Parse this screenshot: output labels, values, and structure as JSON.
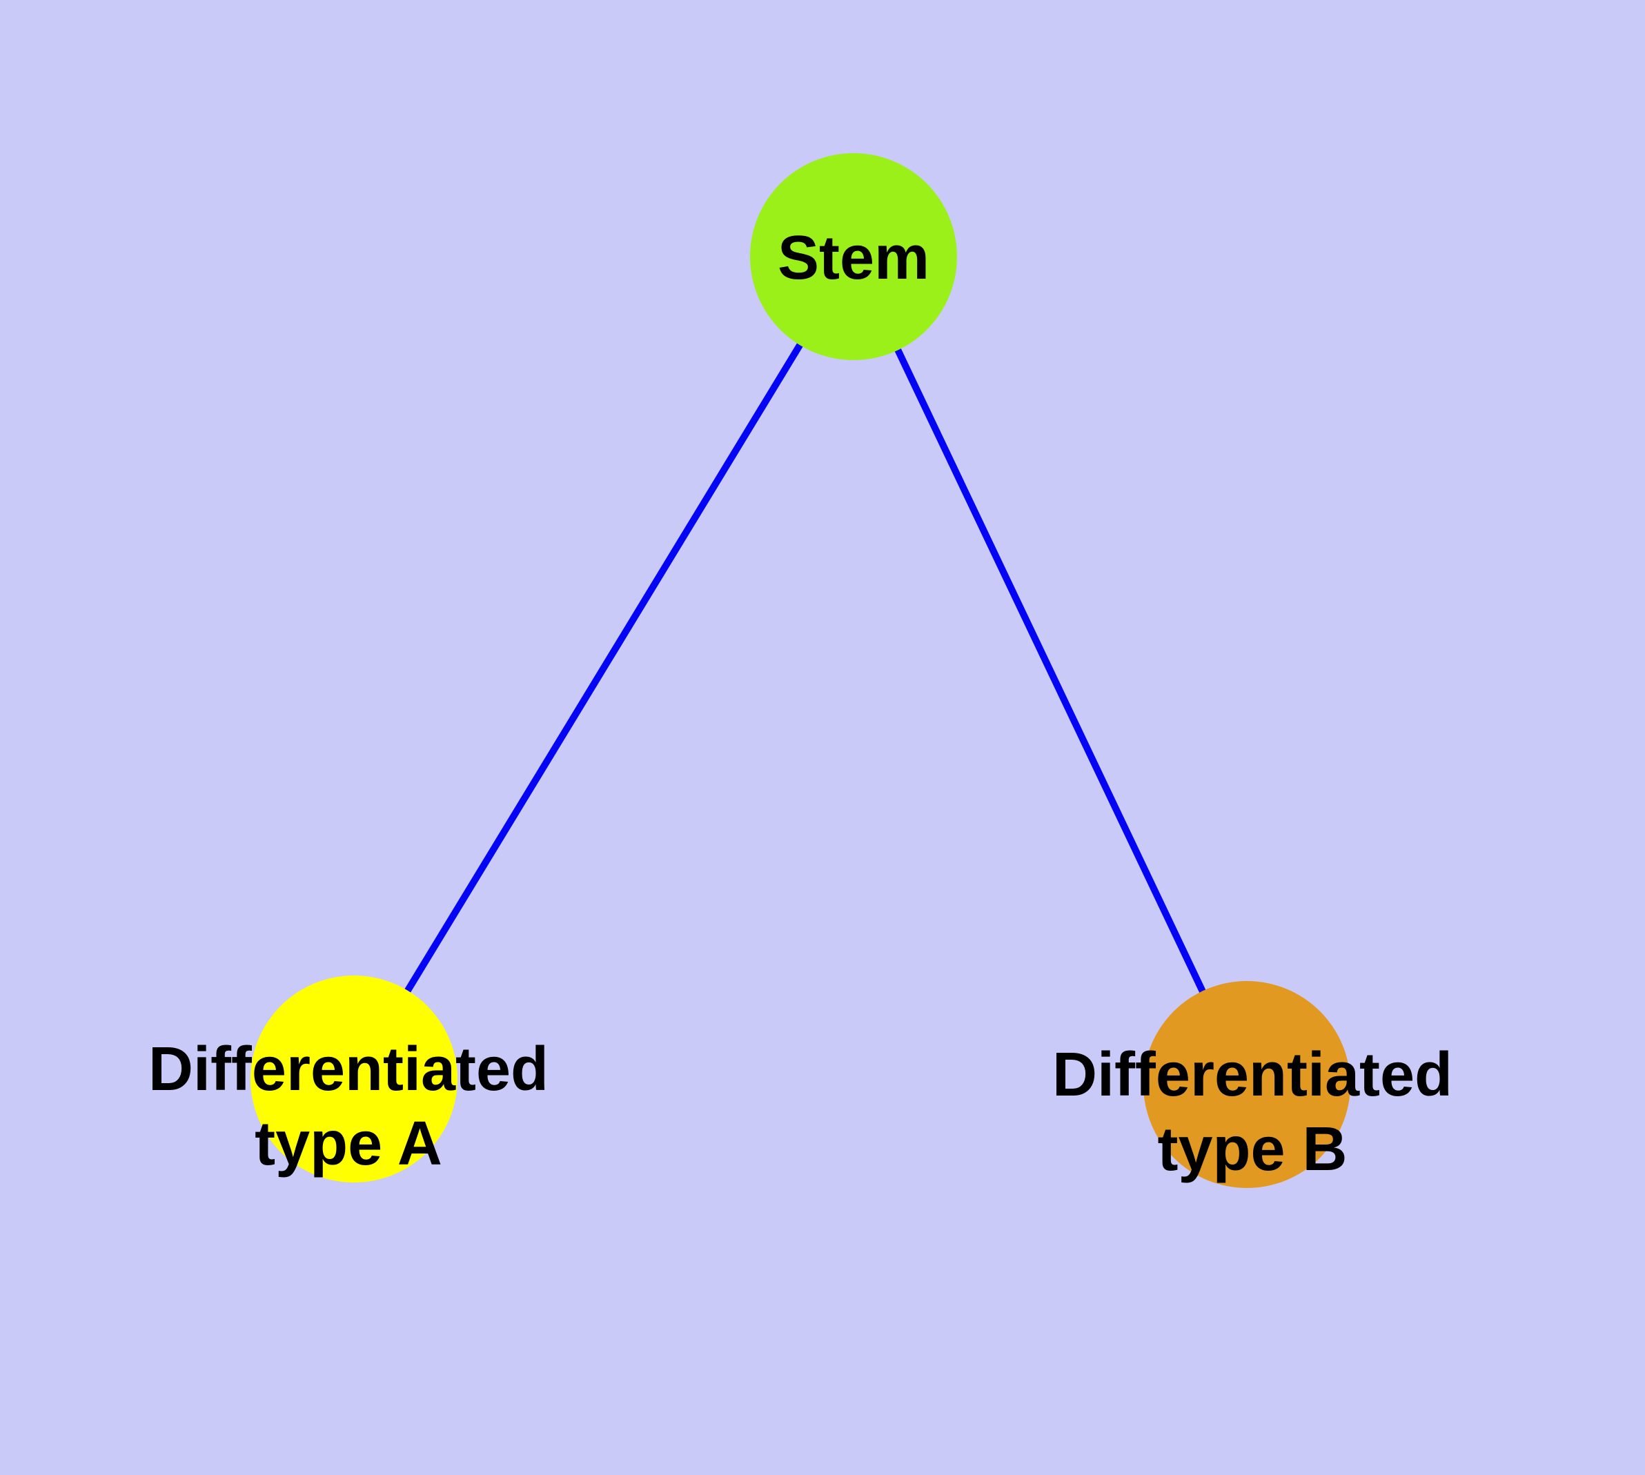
{
  "diagram": {
    "type": "graph",
    "background_color": "#CACAF8",
    "edge_color": "#0505F5",
    "node_border_color": "#6E6E6E",
    "nodes": {
      "stem": {
        "label": "Stem",
        "color": "#9BF019"
      },
      "type_a": {
        "label_line1": "Differentiated",
        "label_line2": "type A",
        "color": "#FFFF00"
      },
      "type_b": {
        "label_line1": "Differentiated",
        "label_line2": "type B",
        "color": "#E29922"
      }
    },
    "edges": [
      {
        "from": "stem",
        "to": "type_a"
      },
      {
        "from": "stem",
        "to": "type_b"
      }
    ]
  }
}
